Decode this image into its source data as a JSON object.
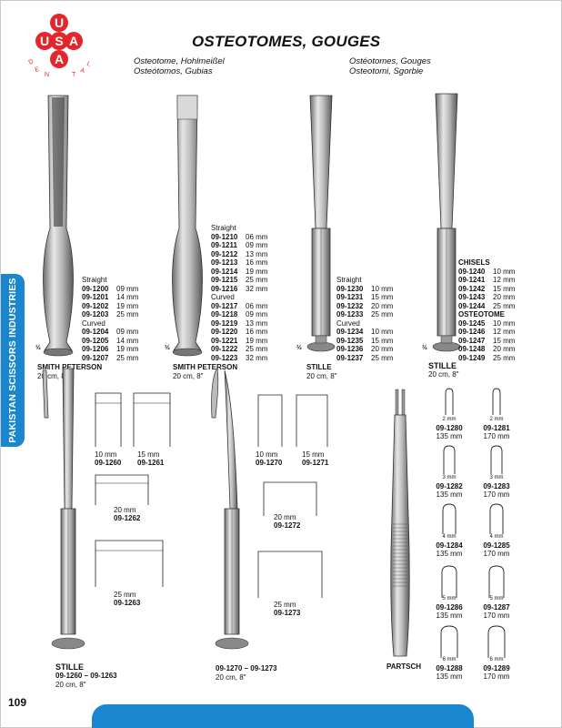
{
  "header": {
    "title": "OSTEOTOMES, GOUGES",
    "sub_de": "Osteotome, Hohlmeißel",
    "sub_es": "Osteótomos, Gubias",
    "sub_fr": "Ostéotomes, Gouges",
    "sub_it": "Osteotomi, Sgorbie"
  },
  "logo": {
    "u": "U",
    "s": "S",
    "a1": "A",
    "a2": "A",
    "arc": "DENTAL"
  },
  "side_tab": "PAKISTAN SCISSORS INDUSTRIES",
  "page_number": "109",
  "half": "½",
  "group1": {
    "straight": "Straight",
    "curved": "Curved",
    "straight_items": [
      [
        "09-1200",
        "09 mm"
      ],
      [
        "09-1201",
        "14 mm"
      ],
      [
        "09-1202",
        "19 mm"
      ],
      [
        "09-1203",
        "25 mm"
      ]
    ],
    "curved_items": [
      [
        "09-1204",
        "09 mm"
      ],
      [
        "09-1205",
        "14 mm"
      ],
      [
        "09-1206",
        "19 mm"
      ],
      [
        "09-1207",
        "25 mm"
      ]
    ],
    "name": "SMITH PETERSON",
    "length": "20 cm, 8\""
  },
  "group2": {
    "straight": "Straight",
    "curved": "Curved",
    "straight_items": [
      [
        "09-1210",
        "06 mm"
      ],
      [
        "09-1211",
        "09 mm"
      ],
      [
        "09-1212",
        "13 mm"
      ],
      [
        "09-1213",
        "16 mm"
      ],
      [
        "09-1214",
        "19 mm"
      ],
      [
        "09-1215",
        "25 mm"
      ],
      [
        "09-1216",
        "32 mm"
      ]
    ],
    "curved_items": [
      [
        "09-1217",
        "06 mm"
      ],
      [
        "09-1218",
        "09 mm"
      ],
      [
        "09-1219",
        "13 mm"
      ],
      [
        "09-1220",
        "16 mm"
      ],
      [
        "09-1221",
        "19 mm"
      ],
      [
        "09-1222",
        "25 mm"
      ],
      [
        "09-1223",
        "32 mm"
      ]
    ],
    "name": "SMITH PETERSON",
    "length": "20 cm, 8\""
  },
  "group3": {
    "straight": "Straight",
    "curved": "Curved",
    "straight_items": [
      [
        "09-1230",
        "10 mm"
      ],
      [
        "09-1231",
        "15 mm"
      ],
      [
        "09-1232",
        "20 mm"
      ],
      [
        "09-1233",
        "25 mm"
      ]
    ],
    "curved_items": [
      [
        "09-1234",
        "10 mm"
      ],
      [
        "09-1235",
        "15 mm"
      ],
      [
        "09-1236",
        "20 mm"
      ],
      [
        "09-1237",
        "25 mm"
      ]
    ],
    "name": "STILLE",
    "length": "20 cm, 8\""
  },
  "group4": {
    "chisels": "CHISELS",
    "osteotome": "OSTEOTOME",
    "chisel_items": [
      [
        "09-1240",
        "10 mm"
      ],
      [
        "09-1241",
        "12 mm"
      ],
      [
        "09-1242",
        "15 mm"
      ],
      [
        "09-1243",
        "20 mm"
      ],
      [
        "09-1244",
        "25 mm"
      ]
    ],
    "osteotome_items": [
      [
        "09-1245",
        "10 mm"
      ],
      [
        "09-1246",
        "12 mm"
      ],
      [
        "09-1247",
        "15 mm"
      ],
      [
        "09-1248",
        "20 mm"
      ],
      [
        "09-1249",
        "25 mm"
      ]
    ],
    "name": "STILLE",
    "length": "20 cm, 8\""
  },
  "group5": {
    "blades": [
      {
        "size": "10 mm",
        "code": "09-1260"
      },
      {
        "size": "15 mm",
        "code": "09-1261"
      },
      {
        "size": "20 mm",
        "code": "09-1262"
      },
      {
        "size": "25 mm",
        "code": "09-1263"
      }
    ],
    "name": "STILLE",
    "range": "09-1260  –  09-1263",
    "length": "20 cm, 8\""
  },
  "group6": {
    "blades": [
      {
        "size": "10 mm",
        "code": "09-1270"
      },
      {
        "size": "15 mm",
        "code": "09-1271"
      },
      {
        "size": "20 mm",
        "code": "09-1272"
      },
      {
        "size": "25 mm",
        "code": "09-1273"
      }
    ],
    "range": "09-1270  –  09-1273",
    "length": "20 cm, 8\""
  },
  "partsch": {
    "name": "PARTSCH",
    "items": [
      {
        "tip": "2 mm",
        "code": "09-1280",
        "len": "135 mm"
      },
      {
        "tip": "2 mm",
        "code": "09-1281",
        "len": "170 mm"
      },
      {
        "tip": "3 mm",
        "code": "09-1282",
        "len": "135 mm"
      },
      {
        "tip": "3 mm",
        "code": "09-1283",
        "len": "170 mm"
      },
      {
        "tip": "4 mm",
        "code": "09-1284",
        "len": "135 mm"
      },
      {
        "tip": "4 mm",
        "code": "09-1285",
        "len": "170 mm"
      },
      {
        "tip": "5 mm",
        "code": "09-1286",
        "len": "135 mm"
      },
      {
        "tip": "5 mm",
        "code": "09-1287",
        "len": "170 mm"
      },
      {
        "tip": "6 mm",
        "code": "09-1288",
        "len": "135 mm"
      },
      {
        "tip": "6 mm",
        "code": "09-1289",
        "len": "170 mm"
      }
    ]
  },
  "colors": {
    "brand_blue": "#1a86d0",
    "logo_red": "#e3262b"
  }
}
